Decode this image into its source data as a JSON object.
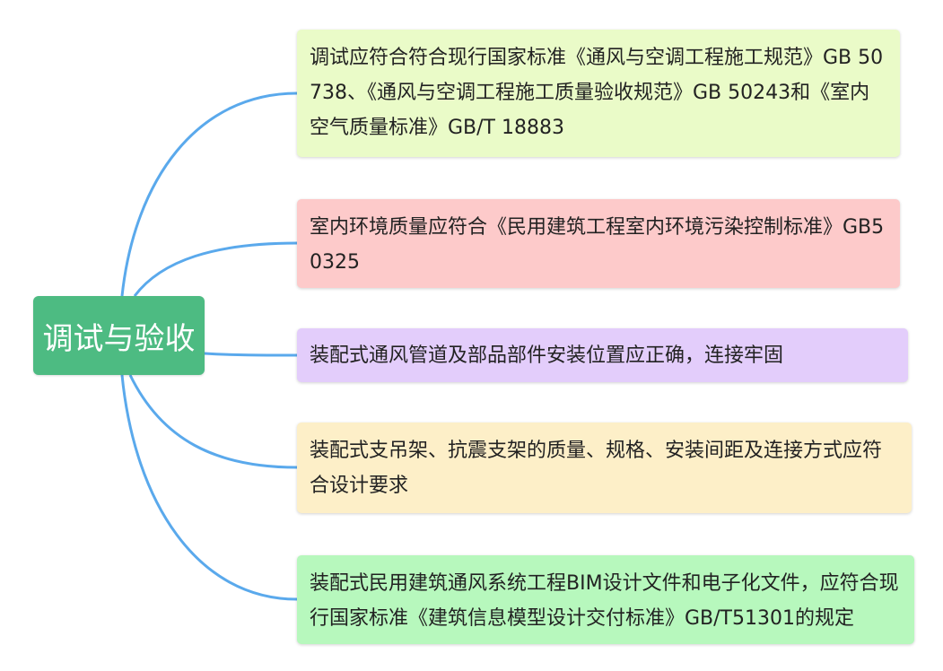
{
  "colors": {
    "root": "#4dbb82",
    "connector": "#5aa9ec",
    "branch_1": "#eafbc8",
    "branch_2": "#fdcaca",
    "branch_3": "#e3cdfb",
    "branch_4": "#fdefc8",
    "branch_5": "#b7f8bd"
  },
  "mindmap": {
    "root": "调试与验收",
    "branches": [
      "调试应符合符合现行国家标准《通风与空调工程施工规范》GB 50738、《通风与空调工程施工质量验收规范》GB 50243和《室内空气质量标准》GB/T 18883",
      "室内环境质量应符合《民用建筑工程室内环境污染控制标准》GB50325",
      "装配式通风管道及部品部件安装位置应正确，连接牢固",
      "装配式支吊架、抗震支架的质量、规格、安装间距及连接方式应符合设计要求",
      "装配式民用建筑通风系统工程BIM设计文件和电子化文件，应符合现行国家标准《建筑信息模型设计交付标准》GB/T51301的规定"
    ]
  }
}
